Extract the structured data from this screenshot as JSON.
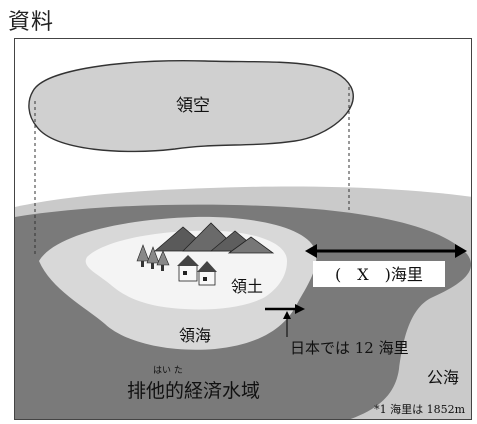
{
  "heading": "資料",
  "labels": {
    "airspace": "領空",
    "territory": "領土",
    "territorial_sea": "領海",
    "x_label": "(　X　)海里",
    "japan_note": "日本では 12 海里",
    "eez_ruby": "はい た",
    "eez": "排他的経済水域",
    "high_seas": "公海",
    "footnote": "*1 海里は 1852m"
  },
  "colors": {
    "high_seas": "#c9c9c9",
    "eez": "#7d7d7d",
    "territorial_sea": "#d6d6d6",
    "land": "#f4f4f4",
    "airspace": "#cfcfcf"
  }
}
